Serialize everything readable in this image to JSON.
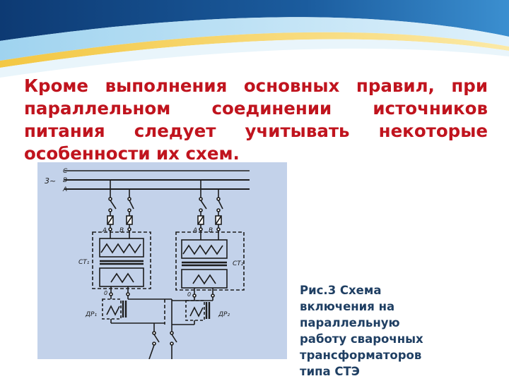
{
  "slide": {
    "heading": "Кроме выполнения основных правил, при параллельном соединении источников питания следует учитывать некоторые особенности их схем.",
    "caption_lines": [
      "Рис.3 Схема",
      "включения на",
      "параллельную",
      "работу сварочных",
      "трансформаторов",
      "типа СТЭ"
    ]
  },
  "diagram": {
    "labels": {
      "phase_c": "C",
      "phase_b": "B",
      "phase_a": "A",
      "supply": "3~",
      "t1_terminal_a": "A",
      "t1_terminal_b": "B",
      "t2_terminal_a": "A",
      "t2_terminal_b": "B",
      "transformer_1": "СТ₁",
      "transformer_2": "СТ₂",
      "choke_1": "ДР₁",
      "choke_2": "ДР₂",
      "out_1": "0",
      "out_2": "0"
    }
  },
  "colors": {
    "heading": "#c0141e",
    "caption": "#1f3f63",
    "figure_bg": "#c3d2ea",
    "banner_dark": "#1b4f8a",
    "banner_light": "#7fc0e6"
  }
}
